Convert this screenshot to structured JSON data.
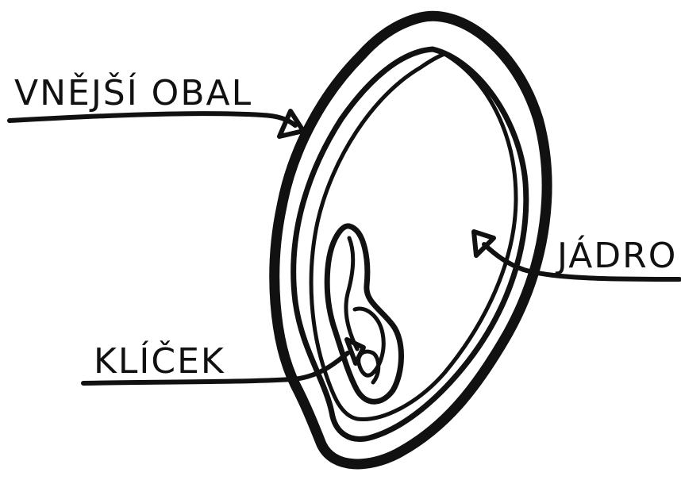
{
  "diagram": {
    "labels": {
      "outer_coat": "VNĚJŠÍ OBAL",
      "endosperm": "JÁDRO",
      "embryo": "KLÍČEK"
    }
  },
  "colors": {
    "ink": "#111111",
    "background": "#ffffff"
  }
}
